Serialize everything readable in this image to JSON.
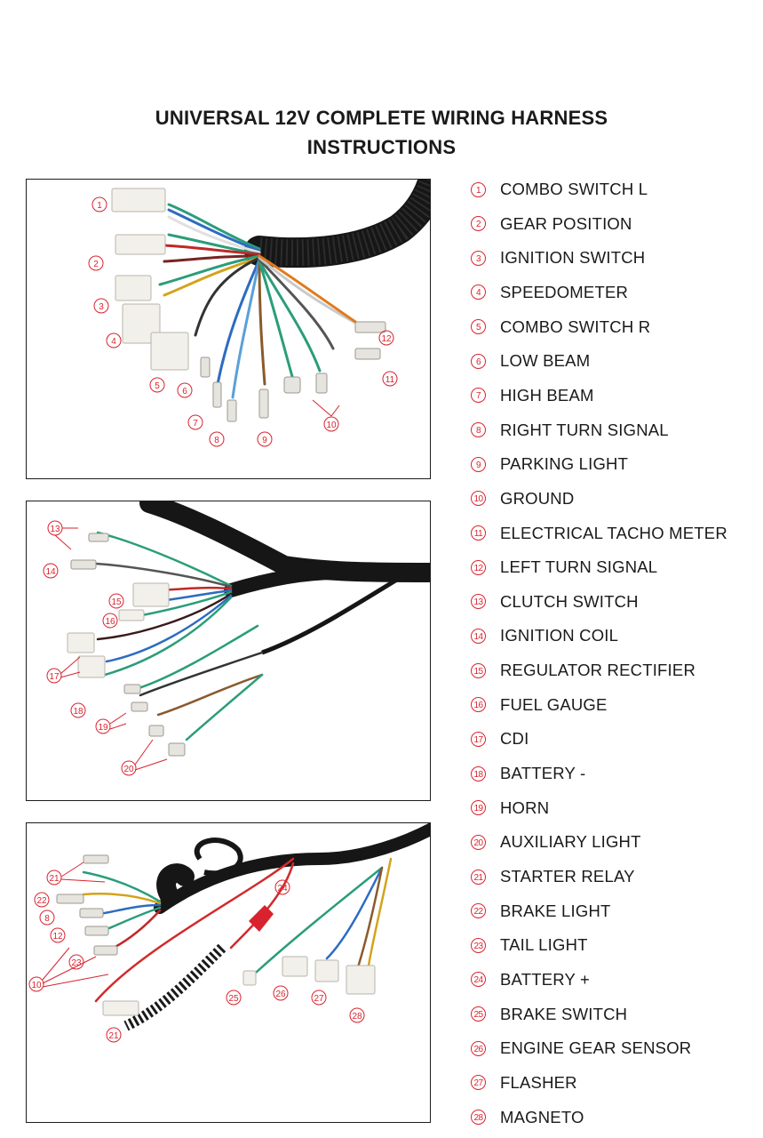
{
  "title": {
    "line1": "UNIVERSAL 12V COMPLETE WIRING HARNESS",
    "line2": "INSTRUCTIONS"
  },
  "colors": {
    "accent": "#d9232f",
    "text": "#1a1a1a",
    "harness": "#161616"
  },
  "legend": [
    {
      "num": "1",
      "label": "COMBO SWITCH L"
    },
    {
      "num": "2",
      "label": "GEAR POSITION"
    },
    {
      "num": "3",
      "label": "IGNITION SWITCH"
    },
    {
      "num": "4",
      "label": "SPEEDOMETER"
    },
    {
      "num": "5",
      "label": "COMBO SWITCH R"
    },
    {
      "num": "6",
      "label": "LOW BEAM"
    },
    {
      "num": "7",
      "label": "HIGH BEAM"
    },
    {
      "num": "8",
      "label": "RIGHT TURN SIGNAL"
    },
    {
      "num": "9",
      "label": "PARKING LIGHT"
    },
    {
      "num": "10",
      "label": "GROUND"
    },
    {
      "num": "11",
      "label": "ELECTRICAL TACHO METER"
    },
    {
      "num": "12",
      "label": "LEFT TURN SIGNAL"
    },
    {
      "num": "13",
      "label": "CLUTCH SWITCH"
    },
    {
      "num": "14",
      "label": "IGNITION COIL"
    },
    {
      "num": "15",
      "label": "REGULATOR RECTIFIER"
    },
    {
      "num": "16",
      "label": "FUEL GAUGE"
    },
    {
      "num": "17",
      "label": "CDI"
    },
    {
      "num": "18",
      "label": "BATTERY -"
    },
    {
      "num": "19",
      "label": "HORN"
    },
    {
      "num": "20",
      "label": "AUXILIARY LIGHT"
    },
    {
      "num": "21",
      "label": "STARTER RELAY"
    },
    {
      "num": "22",
      "label": "BRAKE LIGHT"
    },
    {
      "num": "23",
      "label": "TAIL LIGHT"
    },
    {
      "num": "24",
      "label": "BATTERY +"
    },
    {
      "num": "25",
      "label": "BRAKE SWITCH"
    },
    {
      "num": "26",
      "label": "ENGINE GEAR SENSOR"
    },
    {
      "num": "27",
      "label": "FLASHER"
    },
    {
      "num": "28",
      "label": "MAGNETO"
    }
  ],
  "panels": [
    {
      "name": "harness-front",
      "callouts": [
        "1",
        "2",
        "3",
        "4",
        "5",
        "6",
        "7",
        "8",
        "9",
        "10",
        "11",
        "12"
      ]
    },
    {
      "name": "harness-middle",
      "callouts": [
        "13",
        "14",
        "15",
        "16",
        "17",
        "18",
        "19",
        "20"
      ]
    },
    {
      "name": "harness-rear",
      "callouts": [
        "21",
        "22",
        "8",
        "12",
        "23",
        "10",
        "24",
        "21",
        "25",
        "26",
        "27",
        "28"
      ]
    }
  ]
}
